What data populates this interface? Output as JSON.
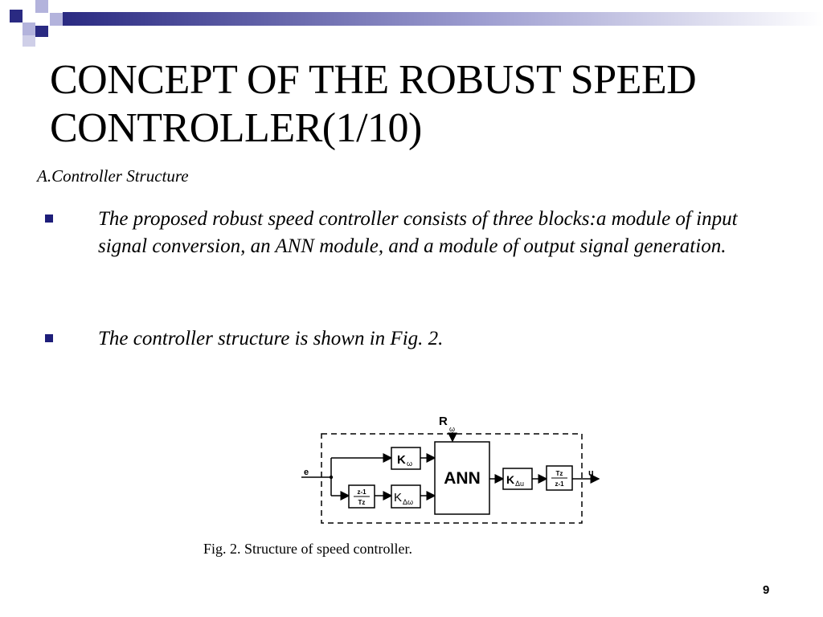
{
  "slide": {
    "title_line1": "CONCEPT OF THE ROBUST SPEED",
    "title_line2": "CONTROLLER(1/10)",
    "subtitle": "A.Controller Structure",
    "bullets": [
      {
        "text": "The proposed robust speed controller consists of three blocks:a module of input signal conversion, an ANN module, and a module of output signal generation."
      },
      {
        "text": "The controller structure is shown in Fig. 2."
      }
    ],
    "page_number": "9"
  },
  "figure": {
    "caption": "Fig. 2.   Structure of speed controller.",
    "labels": {
      "r": "R",
      "r_sub": "ω",
      "input": "e",
      "k_omega": "K",
      "k_omega_sub": "ω",
      "k_delta_omega": "K",
      "k_delta_omega_sub": "Δω",
      "diff_num": "z-1",
      "diff_den": "Tz",
      "ann": "ANN",
      "k_delta_u": "K",
      "k_delta_u_sub": "Δu",
      "int_num": "Tz",
      "int_den": "z-1",
      "output": "u"
    }
  },
  "colors": {
    "accent_dark": "#2a2a82",
    "accent_light": "#a9a9d6",
    "bullet": "#1e1e7a"
  }
}
